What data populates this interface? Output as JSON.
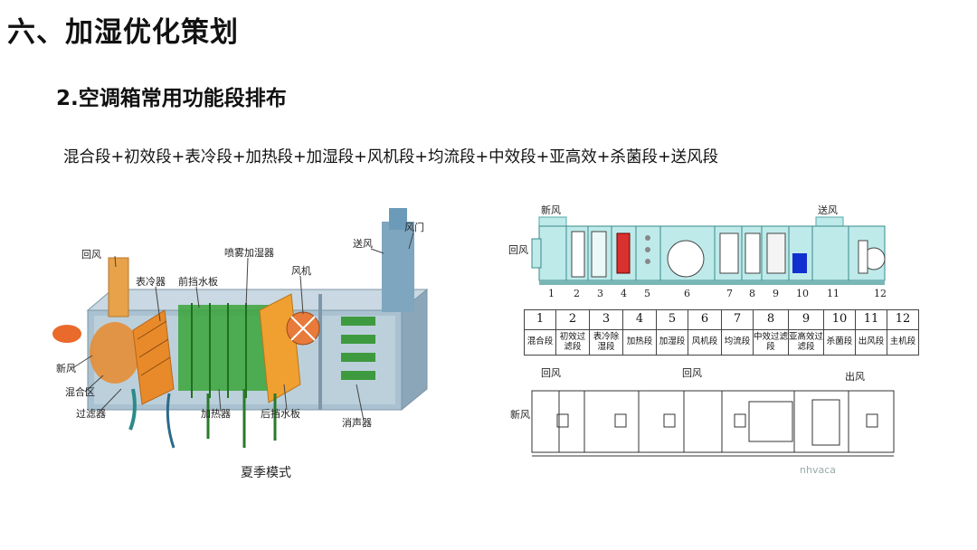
{
  "slide": {
    "title": "六、加湿优化策划",
    "subtitle": "2.空调箱常用功能段排布",
    "sequence": "混合段+初效段+表冷段+加热段+加湿段+风机段+均流段+中效段+亚高效+杀菌段+送风段"
  },
  "left_figure": {
    "labels": {
      "return_air": "回风",
      "cooler": "表冷器",
      "front_baffle": "前挡水板",
      "spray_humidifier": "喷雾加湿器",
      "fan": "风机",
      "supply_air": "送风",
      "damper": "风门",
      "fresh_air": "新风",
      "mixing_zone": "混合区",
      "filter": "过滤器",
      "heater": "加热器",
      "rear_baffle": "后挡水板",
      "silencer": "消声器"
    },
    "caption": "夏季模式"
  },
  "right_figure": {
    "fresh_air": "新风",
    "supply_air": "送风",
    "return_air": "回风",
    "numbers": [
      "1",
      "2",
      "3",
      "4",
      "5",
      "6",
      "7",
      "8",
      "9",
      "10",
      "11",
      "12"
    ],
    "sections": [
      "混合段",
      "初效过滤段",
      "表冷除湿段",
      "加热段",
      "加湿段",
      "风机段",
      "均流段",
      "中效过滤段",
      "亚高效过滤段",
      "杀菌段",
      "出风段",
      "主机段"
    ],
    "bottom_return": "回风",
    "bottom_outlet": "出风",
    "bottom_fresh": "新风",
    "watermark": "nhvaca"
  },
  "colors": {
    "casing": "#9fb9c8",
    "orange": "#e98a2b",
    "green": "#3aa63a",
    "blue_column": "#6a9ab5",
    "cyan_box": "#bfeaea",
    "red_heater": "#d93030",
    "blue_block": "#1030d0"
  }
}
